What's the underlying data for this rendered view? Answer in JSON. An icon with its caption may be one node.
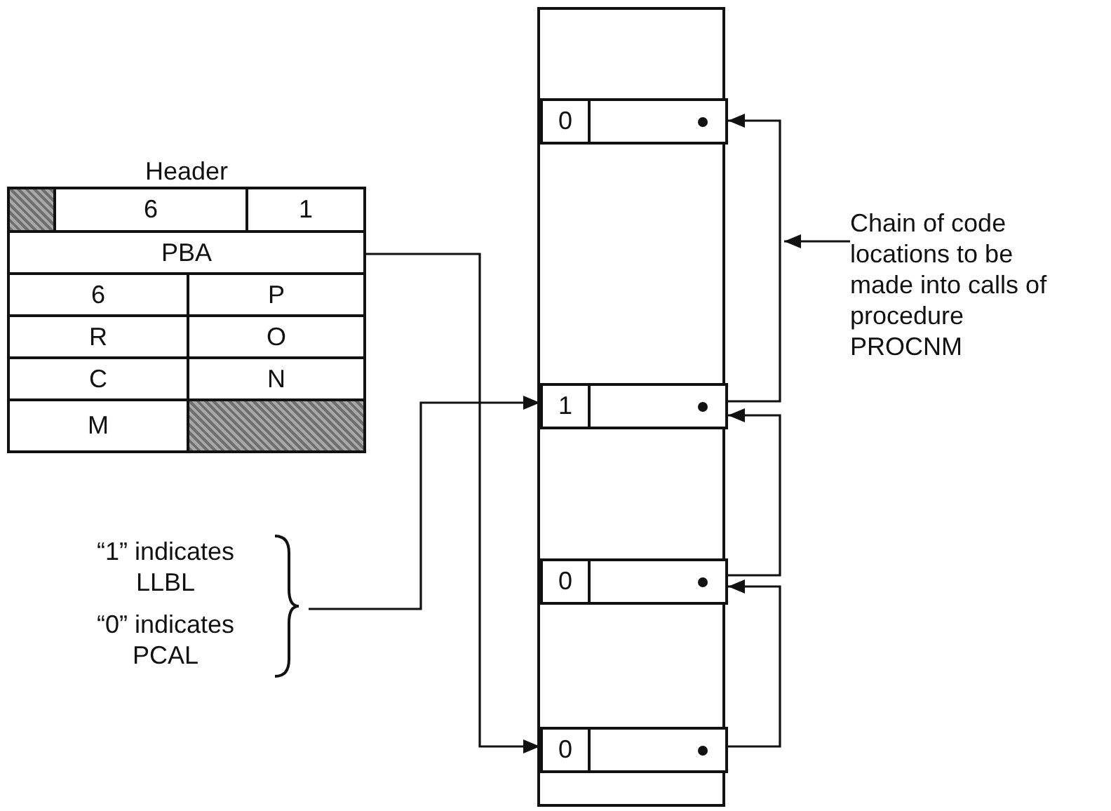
{
  "diagram": {
    "nodes": [
      {
        "text": [
          "Header"
        ]
      },
      {
        "text": [],
        "shape": "box",
        "in": 0
      },
      {
        "text": [
          "6"
        ],
        "in": 0
      },
      {
        "text": [
          "1"
        ],
        "in": 0
      },
      {
        "text": [
          "PBA"
        ],
        "in": 0
      },
      {
        "text": [
          "6"
        ],
        "in": 0
      },
      {
        "text": [
          "P"
        ],
        "in": 0
      },
      {
        "text": [
          "R"
        ],
        "in": 0
      },
      {
        "text": [
          "O"
        ],
        "in": 0
      },
      {
        "text": [
          "C"
        ],
        "in": 0
      },
      {
        "text": [
          "N"
        ],
        "in": 0
      },
      {
        "text": [
          "M"
        ],
        "in": 0
      },
      {
        "text": [],
        "shape": "box",
        "in": 0
      },
      {
        "text": [],
        "shape": "box"
      },
      {
        "text": [
          "0"
        ],
        "in": 13
      },
      {
        "text": [],
        "shape": "box",
        "in": 13
      },
      {
        "text": [
          "1"
        ],
        "in": 13
      },
      {
        "text": [],
        "shape": "box",
        "in": 13
      },
      {
        "text": [
          "0"
        ],
        "in": 13
      },
      {
        "text": [],
        "shape": "box",
        "in": 13
      },
      {
        "text": [
          "0"
        ],
        "in": 13
      },
      {
        "text": [],
        "shape": "box",
        "in": 13
      },
      {
        "text": [
          "Chain of code locations to be made into calls of procedure PROCNM"
        ]
      },
      {
        "text": [
          "“1” indicates LLBL",
          "“0” indicates PCAL"
        ]
      }
    ],
    "edges": [
      {
        "from": 4,
        "to": 20,
        "arrow": "to"
      },
      {
        "from": 17,
        "to": 15,
        "arrow": "to"
      },
      {
        "from": 19,
        "to": 17,
        "arrow": "to"
      },
      {
        "from": 21,
        "to": 19,
        "arrow": "to"
      },
      {
        "from": 23,
        "to": 16,
        "arrow": "to"
      },
      {
        "from": 22,
        "to": null,
        "arrow": "to"
      }
    ]
  }
}
